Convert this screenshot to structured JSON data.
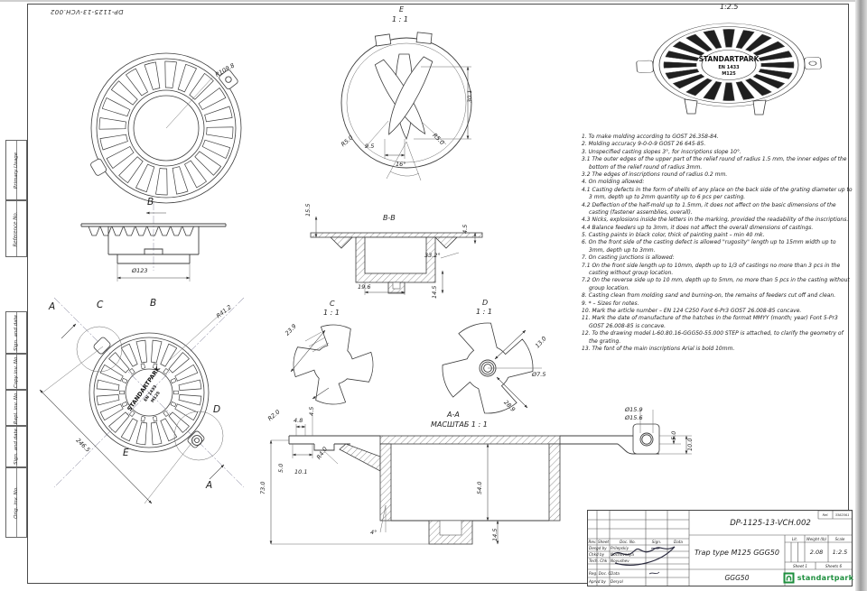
{
  "page": {
    "doc_no_rotated": "DP-1125-13-VCH.002"
  },
  "margin": {
    "items": [
      "Primary Usage",
      "Reference No.",
      "Sign. and date",
      "Copy inv. No.",
      "Repl. inv. No.",
      "Sign. and date",
      "Orig. inv. No."
    ]
  },
  "grate_mark": {
    "line1": "STANDARTPARK",
    "line2": "EN 1433",
    "line3": "M125"
  },
  "views": {
    "back": {
      "dim_radius": "R109.8",
      "label": "B"
    },
    "side": {
      "dim_dia": "Ø123"
    },
    "detail_e": {
      "title": "E",
      "scale": "1 : 1",
      "dim_h": "30.1",
      "dim_w": "9.5",
      "dim_ang": "16°",
      "dim_r_left": "R5.0",
      "dim_r_right": "R5.0"
    },
    "iso": {
      "scale": "1:2.5"
    },
    "section_bb": {
      "title": "B-B",
      "dim_h1": "15.5",
      "dim_h2": "4.5",
      "dim_ang": "33.2°",
      "dim_w": "19.6",
      "dim_h3": "14.5"
    },
    "detail_c": {
      "title": "C",
      "scale": "1 : 1",
      "dim_w": "23.9"
    },
    "detail_d": {
      "title": "D",
      "scale": "1 : 1",
      "dim_l": "13.0",
      "dim_dia": "Ø7.5",
      "dim_d": "28.9"
    },
    "front": {
      "label_a": "A",
      "label_b": "B",
      "label_c": "C",
      "label_d": "D",
      "label_e": "E",
      "dim_r": "R41.2",
      "dim_diag": "246.5"
    },
    "section_aa": {
      "title": "A-A",
      "scale": "МАСШТАБ 1 : 1",
      "dim_total_h": "73.0",
      "dim_r2": "R2.0",
      "dim_48": "4.8",
      "dim_45": "4.5",
      "dim_50a": "5.0",
      "dim_101": "10.1",
      "dim_r4": "R4.0",
      "dim_54": "54.0",
      "dim_ang": "4°",
      "dim_145": "14.5",
      "dim_d159": "Ø15.9",
      "dim_d156": "Ø15.6",
      "dim_50b": "5.0",
      "dim_100": "10.0"
    }
  },
  "notes": {
    "lines": [
      "1. To make molding according to GOST 26.358-84.",
      "2. Molding accuracy 9-0-0-9 GOST 26 645-85.",
      "3. Unspecified casting slopes 3°, for inscriptions slope 10°.",
      "3.1 The outer edges of the upper part of the relief round of radius 1.5 mm, the inner edges of the bottom of the relief round of radius 3mm.",
      "3.2 The edges of inscriptions round of radius 0.2 mm.",
      "4. On molding allowed:",
      "4.1 Casting defects in the form of shells of any place on the back side of the grating diameter up to 3 mm, depth up to 2mm quantity up to 6 pcs per casting.",
      "4.2 Deflection of the half-mold up to 1.5mm, it does not affect on the basic dimensions of the casting (fastener assemblies, overall).",
      "4.3 Nicks, explosions inside the letters in the marking, provided the readability of the inscriptions.",
      "4.4 Balance feeders up to 3mm, it does not affect the overall dimensions of castings.",
      "5. Casting paints in black color, thick of painting paint – min 40 mk.",
      "6. On the front side of the casting defect is allowed \"rugosity\" length up to 15mm width up to 3mm, depth up to 3mm.",
      "7. On casting junctions is allowed:",
      "7.1 On the front side length up to 10mm, depth up to 1/3 of castings no more than 3 pcs in the casting without group location.",
      "7.2 On the reverse side up to 10 mm, depth up to 5mm, no more than 5 pcs in the casting without group location.",
      "8. Casting clean from molding sand and burning-on, the remains of feeders cut off and clean.",
      "9. * – Sizes for notes.",
      "10. Mark the article number – EN 124 C250 Font 6-Pr3 GOST 26.008-85 concave.",
      "11. Mark the date of manufacture of the hatches in the format MMYY (month; year) Font 5-Pr3 GOST 26.008-85 is concave.",
      "12. To the drawing model L-60.80.16-GGG50-55.000 STEP is attached, to clarify the geometry of the grating.",
      "13. The font of the main inscriptions Arial is bold 10mm."
    ]
  },
  "titleblock": {
    "doc_no": "DP-1125-13-VCH.002",
    "stamp_label": "Ref.",
    "stamp_value": "3382561",
    "header_cols": [
      "Rev.",
      "Sheet",
      "Doc. No.",
      "Sign.",
      "Data"
    ],
    "rows": [
      {
        "label": "Desgd by",
        "name": "Prilepskiy"
      },
      {
        "label": "Chkd by",
        "name": "Nochovnaya"
      },
      {
        "label": "Tech. Chk",
        "name": "Noyushev"
      },
      {
        "label": "Reg. Doc. Chk",
        "name": "Data"
      },
      {
        "label": "Aprvd by",
        "name": "Deryal"
      }
    ],
    "title": "Trap type M125 GGG50",
    "material": "GGG50",
    "lit_label": "Lit.",
    "weight_label": "Weight (lb)",
    "weight_value": "2.08",
    "scale_label": "Scale",
    "scale_value": "1:2.5",
    "sheet_label": "Sheet 1",
    "sheets_label": "Sheets 6",
    "logo_text": "standartpark"
  }
}
